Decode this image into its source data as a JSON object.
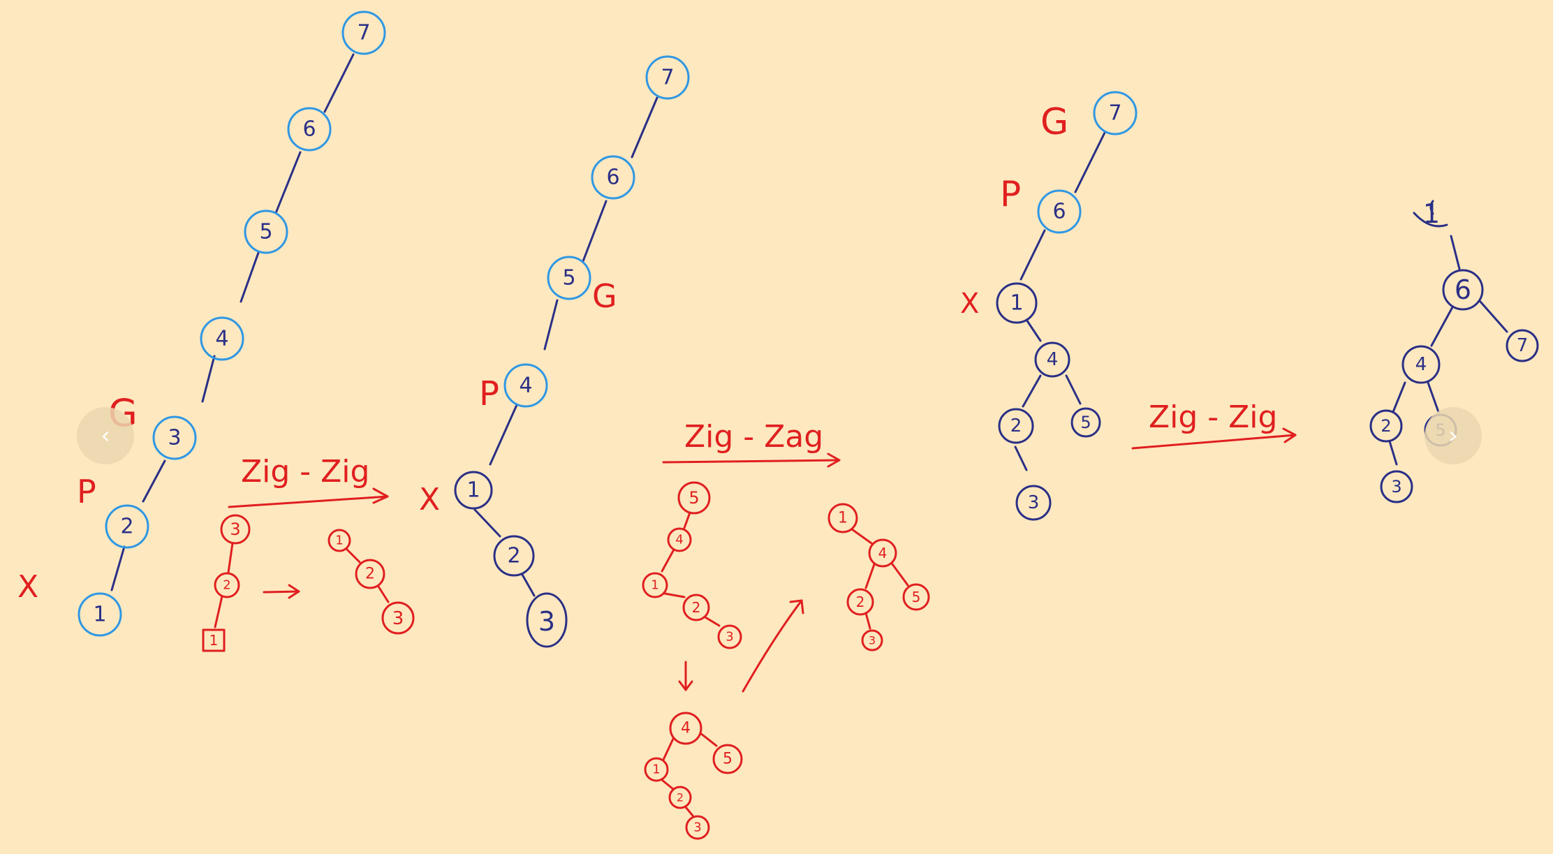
{
  "colors": {
    "background": "#FDE8C0",
    "cyan": "#2F97E3",
    "navy": "#2A2F86",
    "red": "#E01F1F"
  },
  "navigation": {
    "prev_icon": "‹",
    "next_icon": "›"
  },
  "diagram": {
    "stage1": {
      "nodes": [
        "7",
        "6",
        "5",
        "4",
        "3",
        "2",
        "1"
      ],
      "labels": {
        "g": "G",
        "p": "P",
        "x": "X"
      },
      "operation": "Zig - Zig",
      "sketch_before": [
        "3",
        "2",
        "1"
      ],
      "sketch_after": [
        "1",
        "2",
        "3"
      ]
    },
    "stage2": {
      "nodes": [
        "7",
        "6",
        "5",
        "4",
        "1",
        "2",
        "3"
      ],
      "labels": {
        "g": "G",
        "p": "P",
        "x": "X"
      },
      "operation": "Zig - Zag",
      "sketch_before": [
        "5",
        "4",
        "1",
        "2",
        "3"
      ],
      "sketch_mid": [
        "4",
        "5",
        "1",
        "2",
        "3"
      ],
      "sketch_after": [
        "1",
        "4",
        "2",
        "5",
        "3"
      ]
    },
    "stage3": {
      "nodes": [
        "7",
        "6",
        "1",
        "4",
        "2",
        "5",
        "3"
      ],
      "labels": {
        "g": "G",
        "p": "P",
        "x": "X"
      },
      "operation": "Zig - Zig"
    },
    "stage4": {
      "nodes": [
        "1",
        "6",
        "4",
        "7",
        "2",
        "5",
        "3"
      ]
    }
  }
}
